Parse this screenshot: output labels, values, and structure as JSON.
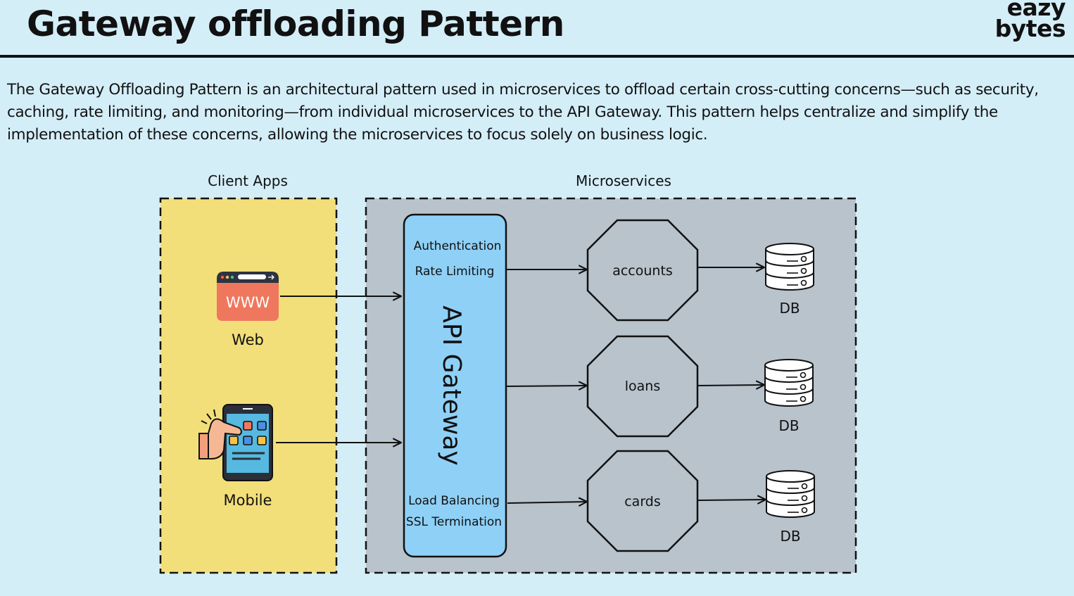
{
  "header": {
    "title": "Gateway offloading Pattern",
    "logo_line1": "eazy",
    "logo_line2": "bytes"
  },
  "description": "The Gateway Offloading Pattern is an architectural pattern used in microservices to offload certain cross-cutting concerns—such as security, caching, rate limiting, and monitoring—from individual microservices to the API Gateway. This pattern helps centralize and simplify the implementation of these concerns, allowing the microservices to focus solely on business logic.",
  "diagram": {
    "client_group_label": "Client Apps",
    "microservices_group_label": "Microservices",
    "clients": [
      {
        "label": "Web",
        "icon": "browser-www-icon",
        "icon_text": "WWW"
      },
      {
        "label": "Mobile",
        "icon": "mobile-phone-hand-icon"
      }
    ],
    "gateway": {
      "title": "API Gateway",
      "top_features": [
        "Authentication",
        "Rate Limiting"
      ],
      "bottom_features": [
        "Load Balancing",
        "SSL Termination"
      ]
    },
    "services": [
      {
        "label": "accounts",
        "db_label": "DB"
      },
      {
        "label": "loans",
        "db_label": "DB"
      },
      {
        "label": "cards",
        "db_label": "DB"
      }
    ],
    "colors": {
      "background": "#d4eef8",
      "client_zone": "#f3df79",
      "microservices_zone": "#b8c3cc",
      "gateway": "#8fd0f6",
      "browser_bar": "#2e3340",
      "browser_body": "#ef775d",
      "phone_screen": "#55b9e0"
    }
  }
}
